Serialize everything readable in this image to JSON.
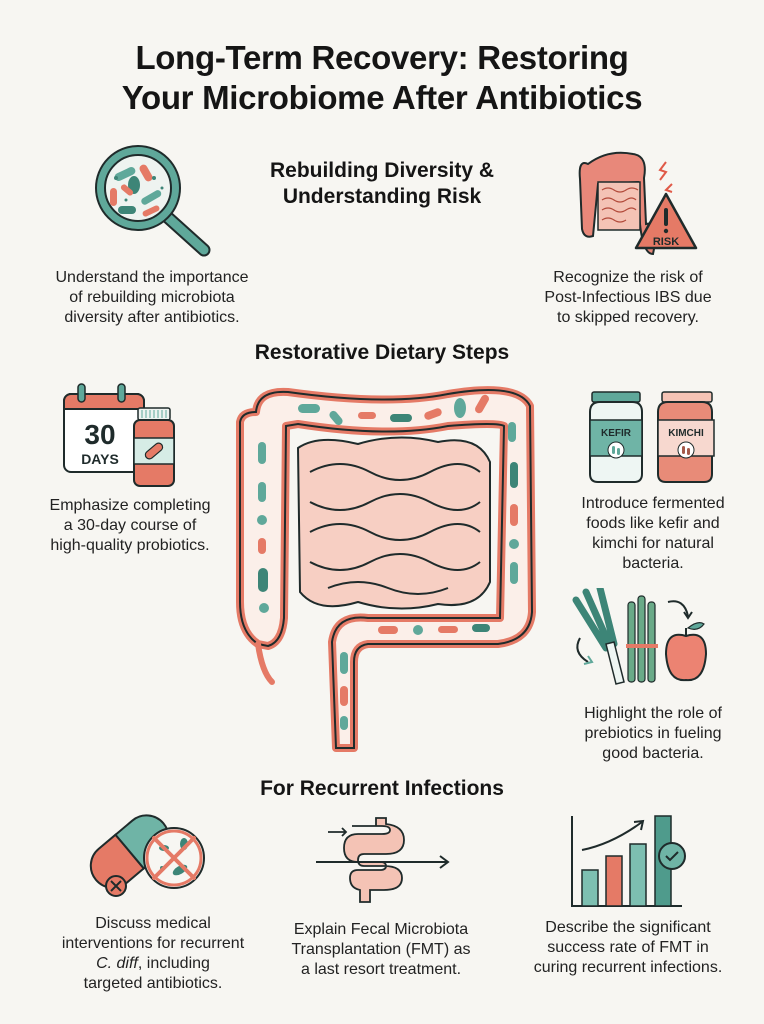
{
  "title": {
    "line1": "Long-Term Recovery: Restoring",
    "line2": "Your Microbiome After Antibiotics"
  },
  "sections": {
    "diversity": {
      "heading_line1": "Rebuilding Diversity &",
      "heading_line2": "Understanding Risk",
      "left": {
        "icon": "magnifier-bacteria-icon",
        "caption_line1": "Understand the importance",
        "caption_line2": "of rebuilding microbiota",
        "caption_line3": "diversity after antibiotics."
      },
      "right": {
        "icon": "colon-risk-warning-icon",
        "badge": "RISK",
        "caption_line1": "Recognize the risk of",
        "caption_line2": "Post-Infectious IBS due",
        "caption_line3": "to skipped recovery."
      }
    },
    "dietary": {
      "heading": "Restorative Dietary Steps",
      "probiotics": {
        "icon": "calendar-pill-bottle-icon",
        "calendar_number": "30",
        "calendar_unit": "DAYS",
        "caption_line1": "Emphasize completing",
        "caption_line2": "a 30-day course of",
        "caption_line3": "high-quality probiotics."
      },
      "fermented": {
        "icon": "fermented-jars-icon",
        "jar1_label": "KEFIR",
        "jar2_label": "KIMCHI",
        "caption_line1": "Introduce fermented",
        "caption_line2": "foods like kefir and",
        "caption_line3": "kimchi for natural",
        "caption_line4": "bacteria."
      },
      "prebiotics": {
        "icon": "leek-asparagus-apple-icon",
        "caption_line1": "Highlight the role of",
        "caption_line2": "prebiotics in fueling",
        "caption_line3": "good bacteria."
      },
      "center_illustration": "intestines-with-bacteria-illustration"
    },
    "recurrent": {
      "heading": "For Recurrent Infections",
      "medical": {
        "icon": "capsule-no-bacteria-icon",
        "caption_line1": "Discuss medical",
        "caption_line2": "interventions for recurrent",
        "caption_italic": "C. diff",
        "caption_line3_rest": ", including",
        "caption_line4": "targeted antibiotics."
      },
      "fmt": {
        "icon": "fmt-intestine-arrow-icon",
        "caption_line1": "Explain Fecal Microbiota",
        "caption_line2": "Transplantation (FMT) as",
        "caption_line3": "a last resort treatment."
      },
      "success": {
        "icon": "bar-chart-check-icon",
        "caption_line1": "Describe the significant",
        "caption_line2": "success rate of FMT in",
        "caption_line3": "curing recurrent infections."
      }
    }
  },
  "colors": {
    "background": "#f7f6f2",
    "teal": "#5fa89a",
    "teal_dark": "#3d8577",
    "coral": "#e57a66",
    "pink": "#f4c3b5",
    "outline": "#1f2b2b"
  }
}
